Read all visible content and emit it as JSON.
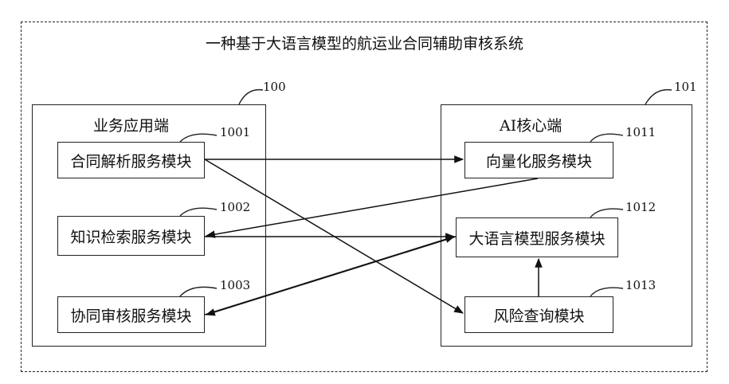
{
  "system": {
    "title": "一种基于大语言模型的航运业合同辅助审核系统"
  },
  "business_end": {
    "title": "业务应用端",
    "ref": "100",
    "modules": [
      {
        "label": "合同解析服务模块",
        "ref": "1001"
      },
      {
        "label": "知识检索服务模块",
        "ref": "1002"
      },
      {
        "label": "协同审核服务模块",
        "ref": "1003"
      }
    ]
  },
  "ai_core": {
    "title": "AI核心端",
    "ref": "101",
    "modules": [
      {
        "label": "向量化服务模块",
        "ref": "1011"
      },
      {
        "label": "大语言模型服务模块",
        "ref": "1012"
      },
      {
        "label": "风险查询模块",
        "ref": "1013"
      }
    ]
  }
}
